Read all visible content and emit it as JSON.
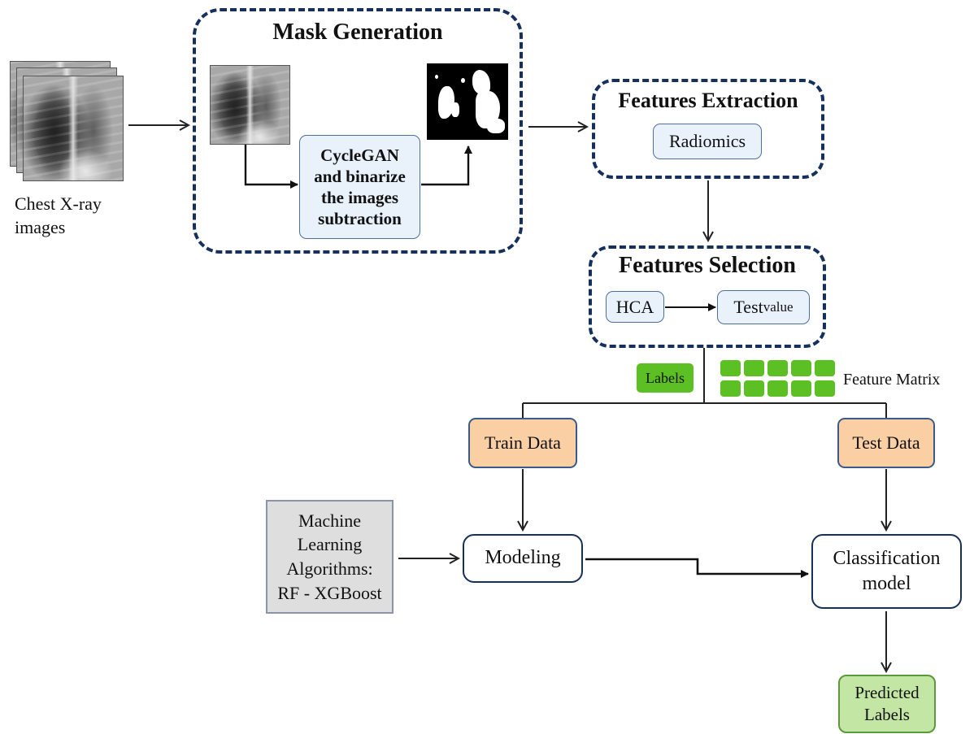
{
  "input": {
    "label_line1": "Chest X-ray",
    "label_line2": "images"
  },
  "mask_generation": {
    "title": "Mask Generation",
    "process_line1": "CycleGAN",
    "process_line2": "and binarize",
    "process_line3": "the images",
    "process_line4": "subtraction"
  },
  "features_extraction": {
    "title": "Features Extraction",
    "method": "Radiomics"
  },
  "features_selection": {
    "title": "Features Selection",
    "step1": "HCA",
    "step2_base": "Test",
    "step2_subscript": "value"
  },
  "labels_tag": "Labels",
  "feature_matrix_label": "Feature Matrix",
  "train_data": "Train Data",
  "test_data": "Test Data",
  "ml_algorithms": {
    "line1": "Machine",
    "line2": "Learning",
    "line3": "Algorithms:",
    "line4": "RF - XGBoost"
  },
  "modeling": "Modeling",
  "classification": {
    "line1": "Classification",
    "line2": "model"
  },
  "predicted": {
    "line1": "Predicted",
    "line2": "Labels"
  },
  "colors": {
    "dashed_border": "#16305e",
    "light_box": "#e9f1fb",
    "orange_box": "#fbcfa4",
    "green_box": "#5cbf24",
    "predicted_box": "#c4e6a4",
    "gray_box": "#dedede"
  }
}
